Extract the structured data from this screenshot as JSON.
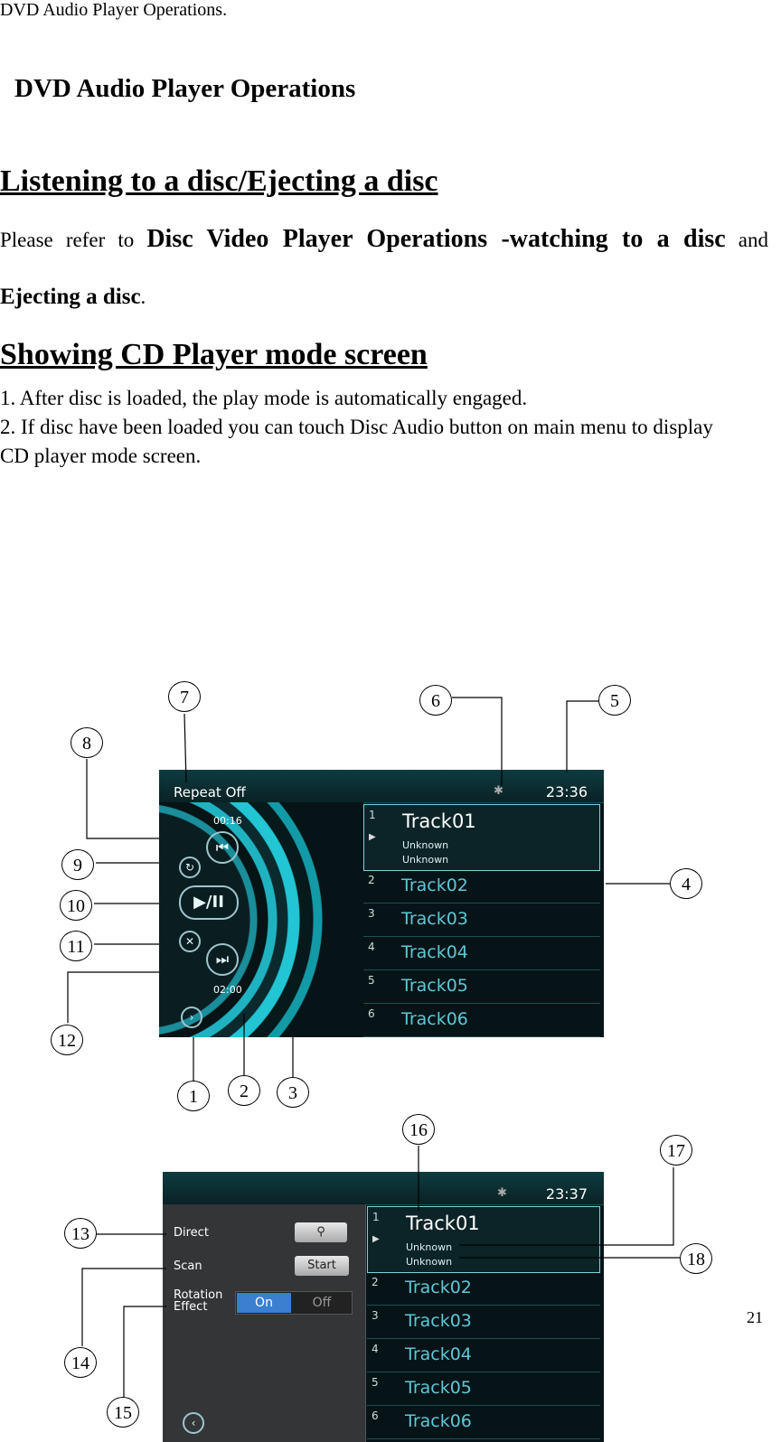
{
  "header": {
    "running": "DVD Audio Player Operations."
  },
  "title": "DVD Audio Player Operations",
  "section1": {
    "heading": "Listening to a disc/Ejecting a disc",
    "ref_prefix": "Please refer to",
    "ref_bold1": "Disc Video Player Operations -watching to a disc",
    "ref_and": "and",
    "ref_bold2": "Ejecting a disc",
    "ref_end": "."
  },
  "section2": {
    "heading": "Showing CD Player mode screen",
    "line1": "1. After disc is loaded, the play mode is automatically engaged.",
    "line2a": "2. If disc have been loaded you can touch Disc Audio button on main menu to display",
    "line2b": "CD player mode screen."
  },
  "screen1": {
    "repeat": "Repeat Off",
    "clock": "23:36",
    "time_elapsed": "00:16",
    "time_total": "02:00",
    "tracks": [
      {
        "num": "1",
        "title": "Track01",
        "artist": "Unknown",
        "album": "Unknown"
      },
      {
        "num": "2",
        "title": "Track02"
      },
      {
        "num": "3",
        "title": "Track03"
      },
      {
        "num": "4",
        "title": "Track04"
      },
      {
        "num": "5",
        "title": "Track05"
      },
      {
        "num": "6",
        "title": "Track06"
      }
    ]
  },
  "screen2": {
    "clock": "23:37",
    "direct_label": "Direct",
    "scan_label": "Scan",
    "scan_button": "Start",
    "rotation_label_1": "Rotation",
    "rotation_label_2": "Effect",
    "on_label": "On",
    "off_label": "Off",
    "tracks": [
      {
        "num": "1",
        "title": "Track01",
        "artist": "Unknown",
        "album": "Unknown"
      },
      {
        "num": "2",
        "title": "Track02"
      },
      {
        "num": "3",
        "title": "Track03"
      },
      {
        "num": "4",
        "title": "Track04"
      },
      {
        "num": "5",
        "title": "Track05"
      },
      {
        "num": "6",
        "title": "Track06"
      }
    ]
  },
  "callouts": [
    "1",
    "2",
    "3",
    "4",
    "5",
    "6",
    "7",
    "8",
    "9",
    "10",
    "11",
    "12",
    "13",
    "14",
    "15",
    "16",
    "17",
    "18"
  ],
  "page_number": "21",
  "colors": {
    "screen_bg": "#071417",
    "accent_cyan": "#1fb3c2",
    "selected_border": "#7ed0dc",
    "on_button": "#3a7fd0"
  }
}
